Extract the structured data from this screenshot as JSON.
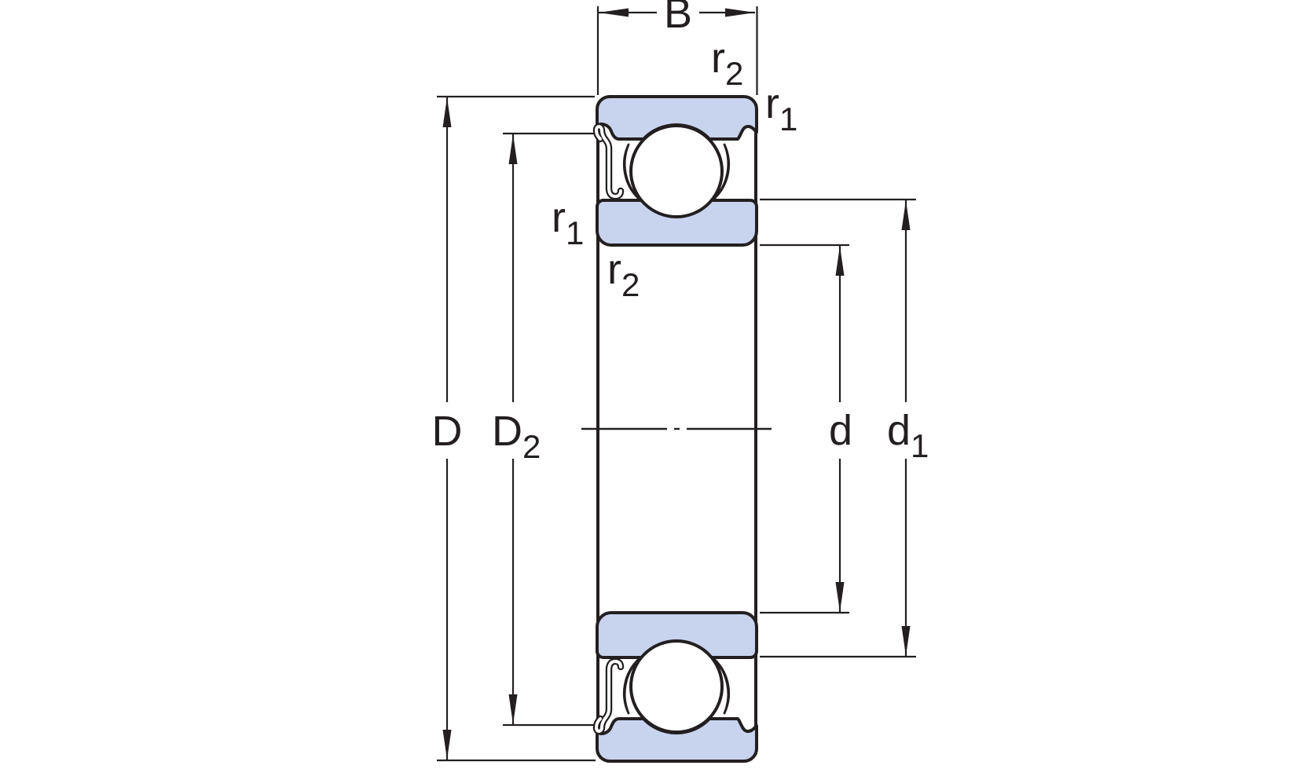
{
  "diagram": {
    "kind": "deep-groove-ball-bearing-with-shield-cross-section",
    "colors": {
      "line": "#231f20",
      "ring_fill": "#c8d3ed",
      "background": "#ffffff",
      "ball_fill": "#ffffff"
    },
    "dimensions": {
      "width": {
        "base": "B",
        "sub": ""
      },
      "outer_diameter": {
        "base": "D",
        "sub": ""
      },
      "recess_diameter": {
        "base": "D",
        "sub": "2"
      },
      "bore_diameter": {
        "base": "d",
        "sub": ""
      },
      "shoulder_diameter": {
        "base": "d",
        "sub": "1"
      },
      "chamfer_outer_top": {
        "base": "r",
        "sub": "2"
      },
      "chamfer_inner_top": {
        "base": "r",
        "sub": "1"
      },
      "chamfer_inner_mid": {
        "base": "r",
        "sub": "1"
      },
      "chamfer_outer_mid": {
        "base": "r",
        "sub": "2"
      }
    }
  }
}
